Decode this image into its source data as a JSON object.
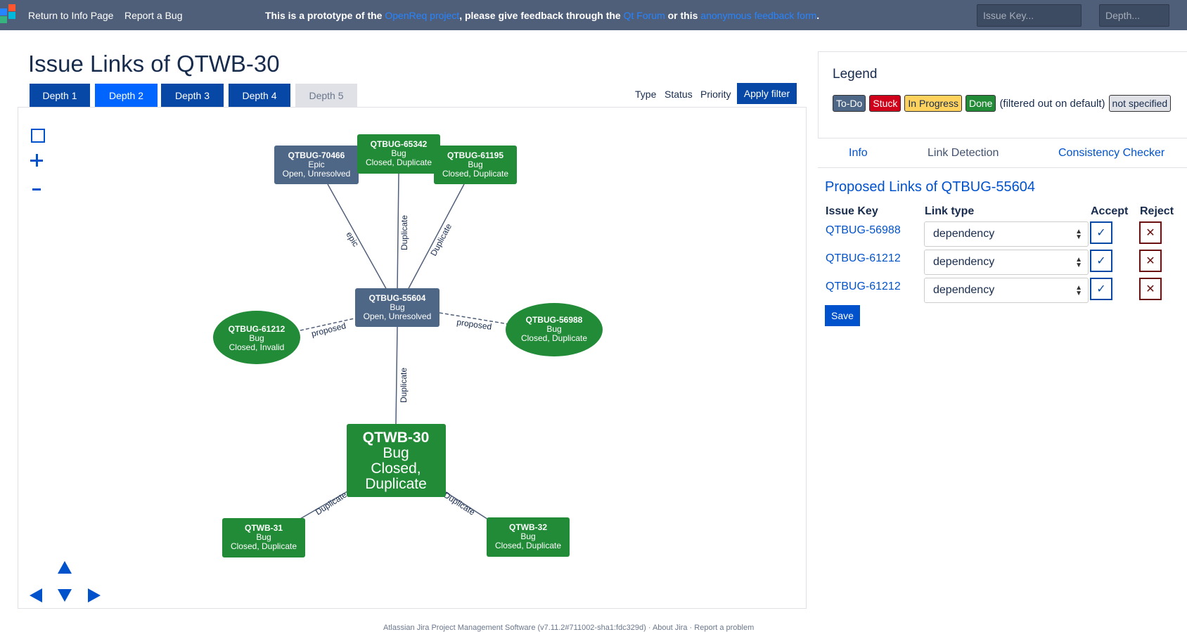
{
  "topbar": {
    "return_label": "Return to Info Page",
    "bug_label": "Report a Bug",
    "banner_pre": "This is a prototype of the ",
    "banner_link1": "OpenReq project",
    "banner_mid1": ", please give feedback through the ",
    "banner_link2": "Qt Forum",
    "banner_mid2": " or this ",
    "banner_link3": "anonymous feedback form",
    "banner_post": ".",
    "issue_key_placeholder": "Issue Key...",
    "depth_placeholder": "Depth..."
  },
  "page_title": "Issue Links of QTWB-30",
  "depth_tabs": [
    "Depth 1",
    "Depth 2",
    "Depth 3",
    "Depth 4",
    "Depth 5"
  ],
  "filters": {
    "type": "Type",
    "status": "Status",
    "priority": "Priority",
    "apply": "Apply filter"
  },
  "graph": {
    "nodes": [
      {
        "key": "QTBUG-70466",
        "type": "Epic",
        "status": "Open, Unresolved",
        "color": "#4f6786"
      },
      {
        "key": "QTBUG-65342",
        "type": "Bug",
        "status": "Closed, Duplicate",
        "color": "#228b37"
      },
      {
        "key": "QTBUG-61195",
        "type": "Bug",
        "status": "Closed, Duplicate",
        "color": "#228b37"
      },
      {
        "key": "QTBUG-55604",
        "type": "Bug",
        "status": "Open, Unresolved",
        "color": "#4f6786"
      },
      {
        "key": "QTBUG-61212",
        "type": "Bug",
        "status": "Closed, Invalid",
        "color": "#228b37"
      },
      {
        "key": "QTBUG-56988",
        "type": "Bug",
        "status": "Closed, Duplicate",
        "color": "#228b37"
      },
      {
        "key": "QTWB-30",
        "type": "Bug",
        "status": "Closed,",
        "status2": "Duplicate",
        "color": "#228b37"
      },
      {
        "key": "QTWB-31",
        "type": "Bug",
        "status": "Closed, Duplicate",
        "color": "#228b37"
      },
      {
        "key": "QTWB-32",
        "type": "Bug",
        "status": "Closed, Duplicate",
        "color": "#228b37"
      }
    ],
    "edge_labels": [
      "epic",
      "Duplicate",
      "Duplicate",
      "proposed",
      "proposed",
      "Duplicate",
      "Duplicate",
      "Duplicate"
    ]
  },
  "legend": {
    "title": "Legend",
    "todo": "To-Do",
    "stuck": "Stuck",
    "inprogress": "In Progress",
    "done": "Done",
    "filtered_note": "(filtered out on default)",
    "not_specified": "not specified",
    "colors": {
      "todo": "#4f6786",
      "stuck": "#d0021b",
      "inprogress": "#ffd25e",
      "done": "#228b37",
      "notspec": "#dfe1e6"
    }
  },
  "tabs": {
    "info": "Info",
    "link_detection": "Link Detection",
    "consistency": "Consistency Checker"
  },
  "proposed": {
    "title": "Proposed Links of QTBUG-55604",
    "col_issue": "Issue Key",
    "col_linktype": "Link type",
    "col_accept": "Accept",
    "col_reject": "Reject",
    "rows": [
      {
        "issue": "QTBUG-56988",
        "link_type": "dependency"
      },
      {
        "issue": "QTBUG-61212",
        "link_type": "dependency"
      },
      {
        "issue": "QTBUG-61212",
        "link_type": "dependency"
      }
    ],
    "accept_symbol": "✓",
    "reject_symbol": "✕",
    "save": "Save"
  },
  "footer": {
    "text": "Atlassian Jira Project Management Software (v7.11.2#711002-sha1:fdc329d)  ·  About Jira  ·  Report a problem"
  }
}
